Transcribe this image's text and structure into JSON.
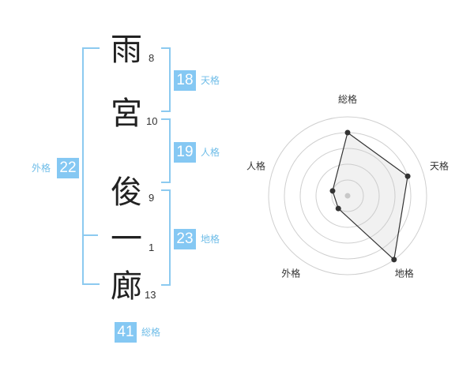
{
  "name": {
    "characters": [
      {
        "char": "雨",
        "strokes": "8"
      },
      {
        "char": "宮",
        "strokes": "10"
      },
      {
        "char": "俊",
        "strokes": "9"
      },
      {
        "char": "一",
        "strokes": "1"
      },
      {
        "char": "廊",
        "strokes": "13"
      }
    ]
  },
  "fortunes": {
    "tenkaku": {
      "value": "18",
      "label": "天格"
    },
    "jinkaku": {
      "value": "19",
      "label": "人格"
    },
    "chikaku": {
      "value": "23",
      "label": "地格"
    },
    "gaikaku": {
      "value": "22",
      "label": "外格"
    },
    "soukaku": {
      "value": "41",
      "label": "総格"
    }
  },
  "colors": {
    "accent": "#85c8f3",
    "bracket": "#8ccaf0",
    "label": "#6fbde8"
  },
  "chart_data": {
    "type": "radar",
    "axes": [
      "総格",
      "天格",
      "地格",
      "外格",
      "人格"
    ],
    "values": [
      4,
      4,
      5,
      1,
      1
    ],
    "rmax": 5,
    "grid": true
  }
}
